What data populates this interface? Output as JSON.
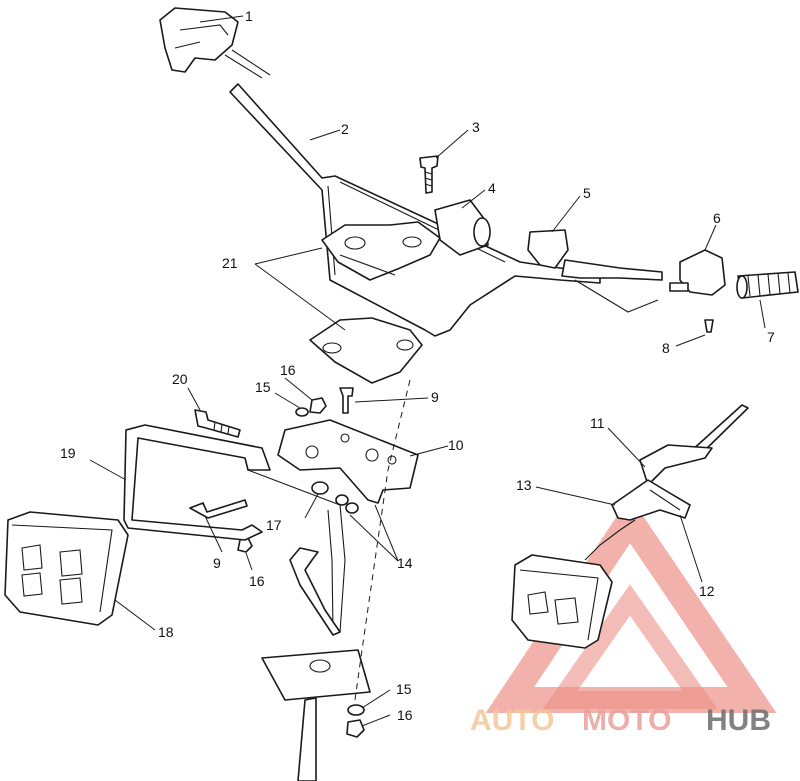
{
  "callouts": {
    "c1": "1",
    "c2": "2",
    "c3": "3",
    "c4": "4",
    "c5": "5",
    "c6": "6",
    "c7": "7",
    "c8": "8",
    "c9a": "9",
    "c9b": "9",
    "c10": "10",
    "c11": "11",
    "c12": "12",
    "c13": "13",
    "c14": "14",
    "c15a": "15",
    "c15b": "15",
    "c16a": "16",
    "c16b": "16",
    "c16c": "16",
    "c17": "17",
    "c18": "18",
    "c19": "19",
    "c20": "20",
    "c21": "21"
  },
  "watermark": {
    "part1": "AUTO",
    "part2": "MOTO",
    "part3": "HUB",
    "color_light": "#f4c79a",
    "color_red": "#e8a19a",
    "color_dark": "#6d6d6d"
  }
}
